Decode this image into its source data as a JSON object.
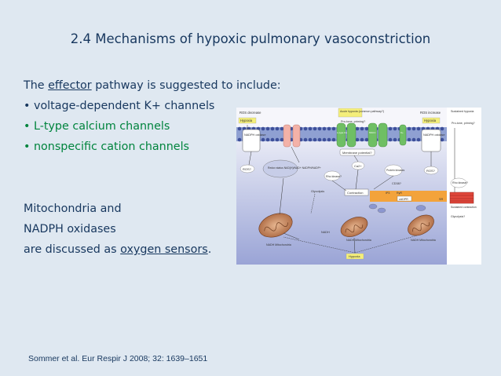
{
  "slide": {
    "title": "2.4 Mechanisms of hypoxic pulmonary vasoconstriction",
    "intro_prefix": "The ",
    "intro_link": "effector",
    "intro_suffix": " pathway is suggested to include:",
    "bullets": [
      "• voltage-dependent K+ channels",
      "• L-type calcium channels",
      "• nonspecific cation channels"
    ],
    "sensors_line1": "Mitochondria and",
    "sensors_line2": "NADPH oxidases",
    "sensors_prefix": "are discussed as ",
    "sensors_link": "oxygen sensors",
    "sensors_suffix": ".",
    "citation": "Sommer et al. Eur Respir J 2008; 32: 1639–1651"
  },
  "colors": {
    "title_text": "#17375e",
    "green_text": "#00843d",
    "background": "#dfe8f1"
  },
  "figure": {
    "ros_decrease": "ROS decrease",
    "hypoxia_left": "Hypoxia",
    "acute_hypoxia": "Acute hypoxia (common pathway?)",
    "pro_tone": "Pro-tone, priming?",
    "ros_increase": "ROS increase",
    "hypoxia_right": "Hypoxia",
    "sustained_hypoxia": "Sustained hypoxia",
    "pro_tone_priming_right": "Pro-tone, priming?",
    "nadph_oxidase_left": "NADPH oxidase",
    "nadph_oxidase_right": "NADPH oxidase",
    "ca_channel_labels": [
      "L-type Ca",
      "NSCC",
      "K+"
    ],
    "membrane_potential": "Membrane potential?",
    "ros_left": "ROS?",
    "ros_right": "ROS?",
    "redox_status": "Redox status NAD(H)/NAD+ NADPH/NADP+",
    "rho_kinase_center": "Rho kinase?",
    "ca2": "Ca2+",
    "protein_kinase": "Protein kinases",
    "cd38": "CD38?",
    "glycolysis": "Glycolysis",
    "contraction": "Contraction",
    "ip3": "IP3",
    "ryr": "RyR",
    "cadpr": "cADPR",
    "sr": "SR",
    "nadh": "NADH",
    "nadh_mito_left": "NADH Mitochondria",
    "nadh_mito_center": "NADH Mitochondria",
    "nadh_mito_right": "NADH Mitochondria",
    "hypoxia_bottom": "Hypoxia",
    "rho_kinase_right": "Rho kinase?",
    "sustained_contraction": "Sustained contraction",
    "glycolysis_right": "Glycolysis?"
  }
}
